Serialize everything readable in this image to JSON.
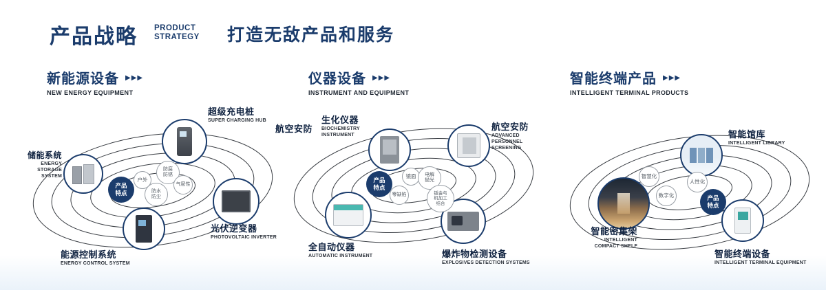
{
  "header": {
    "title": "产品战略",
    "subtitle_top": "PRODUCT",
    "subtitle_bottom": "STRATEGY",
    "tagline": "打造无敌产品和服务"
  },
  "icons": {
    "triple_arrow": "▶▶▶"
  },
  "colors": {
    "navy": "#1b3c6c",
    "orbit": "#33373d"
  },
  "sections": [
    {
      "title": "新能源设备",
      "subtitle": "NEW ENERGY EQUIPMENT",
      "badge": "产品特点",
      "features": [
        "户外",
        "防腐防锈",
        "气密性",
        "防水防尘"
      ],
      "products": [
        {
          "name": "超级充电桩",
          "en": "SUPER CHARGING HUB"
        },
        {
          "name": "储能系统",
          "en": "ENERGY STORAGE SYSTEM"
        },
        {
          "name": "光伏逆变器",
          "en": "PHOTOVOLTAIC INVERTER"
        },
        {
          "name": "能源控制系统",
          "en": "ENERGY CONTROL SYSTEM"
        }
      ]
    },
    {
      "title": "仪器设备",
      "subtitle": "INSTRUMENT AND EQUIPMENT",
      "badge": "产品特点",
      "side_label": "航空安防",
      "features": [
        "镜面",
        "电解抛光",
        "零缺陷",
        "钣金与机加工结合"
      ],
      "products": [
        {
          "name": "生化仪器",
          "en": "BIOCHEMISTRY INSTRUMENT"
        },
        {
          "name": "航空安防",
          "en": "ADVANCED PERSONNEL SCREENING"
        },
        {
          "name": "全自动仪器",
          "en": "AUTOMATIC INSTRUMENT"
        },
        {
          "name": "爆炸物检测设备",
          "en": "EXPLOSIVES DETECTION SYSTEMS"
        }
      ]
    },
    {
      "title": "智能终端产品",
      "subtitle": "INTELLIGENT TERMINAL PRODUCTS",
      "badge": "产品特点",
      "features": [
        "智慧化",
        "人性化",
        "数字化"
      ],
      "products": [
        {
          "name": "智能馆库",
          "en": "INTELLIGENT LIBRARY"
        },
        {
          "name": "智能密集架",
          "en": "INTELLIGENT COMPACT SHELF"
        },
        {
          "name": "智能终端设备",
          "en": "INTELLIGENT TERMINAL EQUIPMENT"
        }
      ]
    }
  ]
}
